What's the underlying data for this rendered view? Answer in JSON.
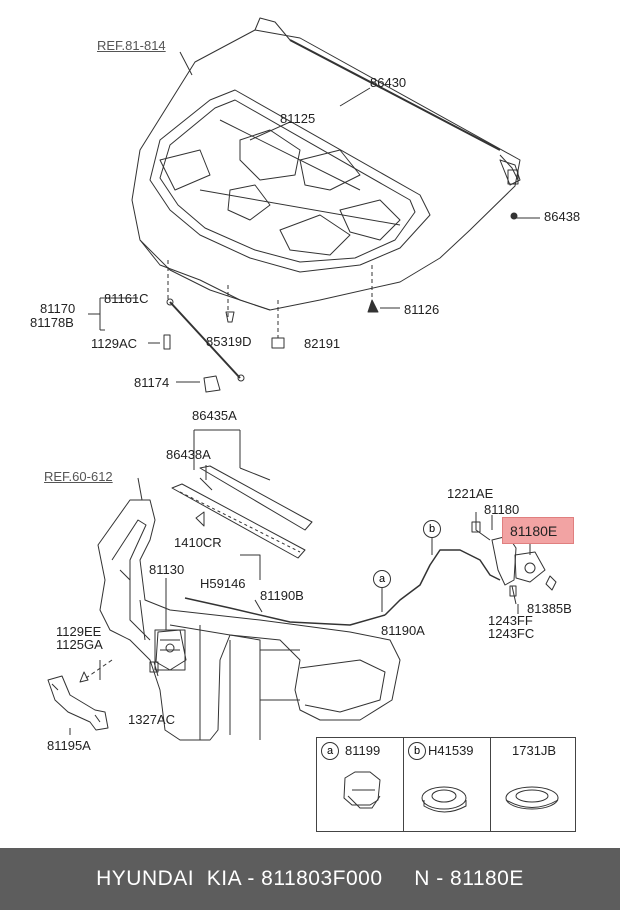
{
  "labels": {
    "ref_81_814": "REF.81-814",
    "p86430": "86430",
    "p81125": "81125",
    "p86438": "86438",
    "p81170": "81170",
    "p81178B": "81178B",
    "p81161C": "81161C",
    "p81126": "81126",
    "p1129AC": "1129AC",
    "p85319D": "85319D",
    "p82191": "82191",
    "p81174": "81174",
    "p86435A": "86435A",
    "p86438A": "86438A",
    "ref_60_612": "REF.60-612",
    "p1410CR": "1410CR",
    "p59146": "H59146",
    "p81130": "81130",
    "p81190B": "81190B",
    "p1221AE": "1221AE",
    "p81180": "81180",
    "p81180E": "81180E",
    "p81385B": "81385B",
    "p1243FF": "1243FF",
    "p1243FC": "1243FC",
    "p81190A": "81190A",
    "p1129EE": "1129EE",
    "p1125GA": "1125GA",
    "p1327AC": "1327AC",
    "p81195A": "81195A",
    "callout_a": "a",
    "callout_b": "b"
  },
  "legend": {
    "a_letter": "a",
    "a_part": "81199",
    "b_letter": "b",
    "b_part": "H41539",
    "c_part": "1731JB"
  },
  "footer": {
    "text": "HYUNDAI  KIA - 811803F000     N - 81180E"
  },
  "colors": {
    "highlight": "#f2a3a3",
    "footer_bg": "#5d5d5d",
    "line": "#333333"
  }
}
